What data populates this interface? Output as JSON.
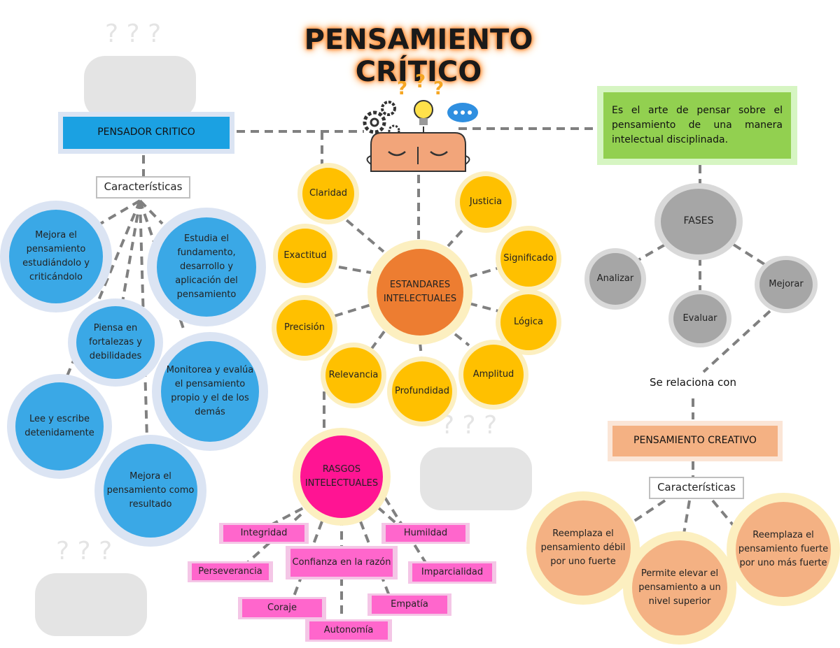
{
  "title": "PENSAMIENTO CRÍTICO",
  "pensador": {
    "heading": "PENSADOR CRITICO",
    "caracteristicas": "Características",
    "items": [
      "Mejora el pensamiento estudiándolo y criticándolo",
      "Estudia el fundamento, desarrollo y aplicación del pensamiento",
      "Piensa en fortalezas y debilidades",
      "Monitorea y evalúa el pensamiento propio y el de los demás",
      "Lee y escribe detenidamente",
      "Mejora el pensamiento como resultado"
    ]
  },
  "estandares": {
    "center": "ESTANDARES INTELECTUALES",
    "items": [
      "Claridad",
      "Justicia",
      "Exactitud",
      "Significado",
      "Precisión",
      "Lógica",
      "Relevancia",
      "Profundidad",
      "Amplitud"
    ]
  },
  "definicion": "Es el arte de pensar sobre el pensamiento de una manera intelectual disciplinada.",
  "fases": {
    "center": "FASES",
    "items": [
      "Analizar",
      "Evaluar",
      "Mejorar"
    ]
  },
  "relaciona": "Se relaciona con",
  "creativo": {
    "heading": "PENSAMIENTO CREATIVO",
    "caracteristicas": "Características",
    "items": [
      "Reemplaza el pensamiento débil por uno fuerte",
      "Permite elevar el pensamiento a un nivel superior",
      "Reemplaza el pensamiento fuerte por uno más fuerte"
    ]
  },
  "rasgos": {
    "center": "RASGOS INTELECTUALES",
    "items": [
      "Integridad",
      "Humildad",
      "Perseverancia",
      "Confianza en la razón",
      "Imparcialidad",
      "Coraje",
      "Empatía",
      "Autonomía"
    ]
  },
  "colors": {
    "blue": "#3aa8e6",
    "blue_ring": "#dbe4f3",
    "yellow": "#ffc000",
    "yellow_ring": "#fcefc0",
    "orange": "#ed7d31",
    "green": "#92d050",
    "gray": "#a6a6a6",
    "salmon": "#f4b183",
    "pink": "#ff1493",
    "magenta": "#ff66cc",
    "dash": "#808080"
  }
}
